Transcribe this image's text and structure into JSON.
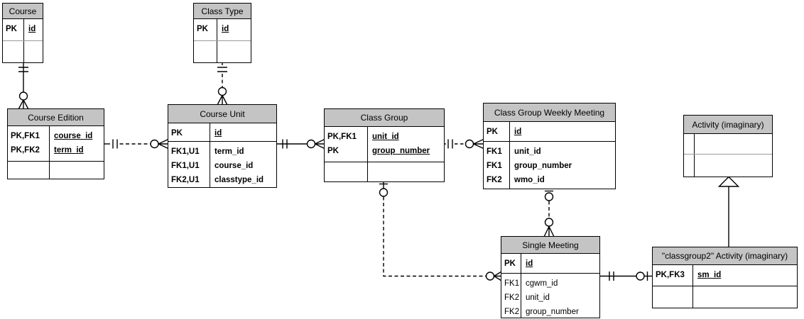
{
  "diagram": {
    "kind": "entity-relationship-diagram",
    "notation": "crow's foot"
  },
  "colors": {
    "header_bg": "#c4c4c4",
    "border": "#000000",
    "background": "#ffffff",
    "gray_divider": "#999999"
  },
  "entities": [
    {
      "title": "Course",
      "pk_rows": [
        {
          "key": "PK",
          "name": "id"
        }
      ],
      "attr_rows": [],
      "empty_rows": 1
    },
    {
      "title": "Class Type",
      "pk_rows": [
        {
          "key": "PK",
          "name": "id"
        }
      ],
      "attr_rows": [],
      "empty_rows": 1
    },
    {
      "title": "Course Edition",
      "pk_rows": [
        {
          "key": "PK,FK1",
          "name": "course_id"
        },
        {
          "key": "PK,FK2",
          "name": "term_id"
        }
      ],
      "attr_rows": [],
      "empty_rows": 1
    },
    {
      "title": "Course Unit",
      "pk_rows": [
        {
          "key": "PK",
          "name": "id"
        }
      ],
      "attr_rows": [
        {
          "key": "FK1,U1",
          "name": "term_id"
        },
        {
          "key": "FK1,U1",
          "name": "course_id"
        },
        {
          "key": "FK2,U1",
          "name": "classtype_id"
        }
      ],
      "empty_rows": 0
    },
    {
      "title": "Class Group",
      "pk_rows": [
        {
          "key": "PK,FK1",
          "name": "unit_id"
        },
        {
          "key": "PK",
          "name": "group_number"
        }
      ],
      "attr_rows": [],
      "empty_rows": 1
    },
    {
      "title": "Class Group Weekly Meeting",
      "pk_rows": [
        {
          "key": "PK",
          "name": "id"
        }
      ],
      "attr_rows": [
        {
          "key": "FK1",
          "name": "unit_id"
        },
        {
          "key": "FK1",
          "name": "group_number"
        },
        {
          "key": "FK2",
          "name": "wmo_id"
        }
      ],
      "empty_rows": 0
    },
    {
      "title": "Activity (imaginary)",
      "pk_rows": [],
      "attr_rows": [],
      "empty_rows": 2
    },
    {
      "title": "Single Meeting",
      "pk_rows": [
        {
          "key": "PK",
          "name": "id"
        }
      ],
      "attr_rows": [
        {
          "key": "FK1",
          "name": "cgwm_id"
        },
        {
          "key": "FK2",
          "name": "unit_id"
        },
        {
          "key": "FK2",
          "name": "group_number"
        }
      ],
      "empty_rows": 0
    },
    {
      "title": "\"classgroup2\" Activity (imaginary)",
      "pk_rows": [
        {
          "key": "PK,FK3",
          "name": "sm_id"
        }
      ],
      "attr_rows": [],
      "empty_rows": 1
    }
  ],
  "relationships": [
    {
      "from": "Course",
      "to": "Course Edition",
      "line": "solid",
      "from_end": "exactly one (||)",
      "to_end": "zero or many (o<)"
    },
    {
      "from": "Class Type",
      "to": "Course Unit",
      "line": "dashed",
      "from_end": "exactly one (||)",
      "to_end": "zero or many (o<)"
    },
    {
      "from": "Course Edition",
      "to": "Course Unit",
      "line": "dashed",
      "from_end": "exactly one (||)",
      "to_end": "zero or many (o<)"
    },
    {
      "from": "Course Unit",
      "to": "Class Group",
      "line": "solid",
      "from_end": "exactly one (||)",
      "to_end": "zero or many (o<)"
    },
    {
      "from": "Class Group",
      "to": "Class Group Weekly Meeting",
      "line": "dashed",
      "from_end": "exactly one (||)",
      "to_end": "zero or many (o<)"
    },
    {
      "from": "Class Group",
      "to": "Single Meeting",
      "line": "dashed",
      "from_end": "zero or one (o|)",
      "to_end": "zero or many (o<)"
    },
    {
      "from": "Class Group Weekly Meeting",
      "to": "Single Meeting",
      "line": "dashed",
      "from_end": "zero or one (o|)",
      "to_end": "zero or many (o<)"
    },
    {
      "from": "Single Meeting",
      "to": "\"classgroup2\" Activity (imaginary)",
      "line": "solid",
      "from_end": "exactly one (||)",
      "to_end": "zero or one (o|)"
    },
    {
      "from": "\"classgroup2\" Activity (imaginary)",
      "to": "Activity (imaginary)",
      "line": "solid",
      "type": "inheritance (hollow triangle)"
    }
  ]
}
